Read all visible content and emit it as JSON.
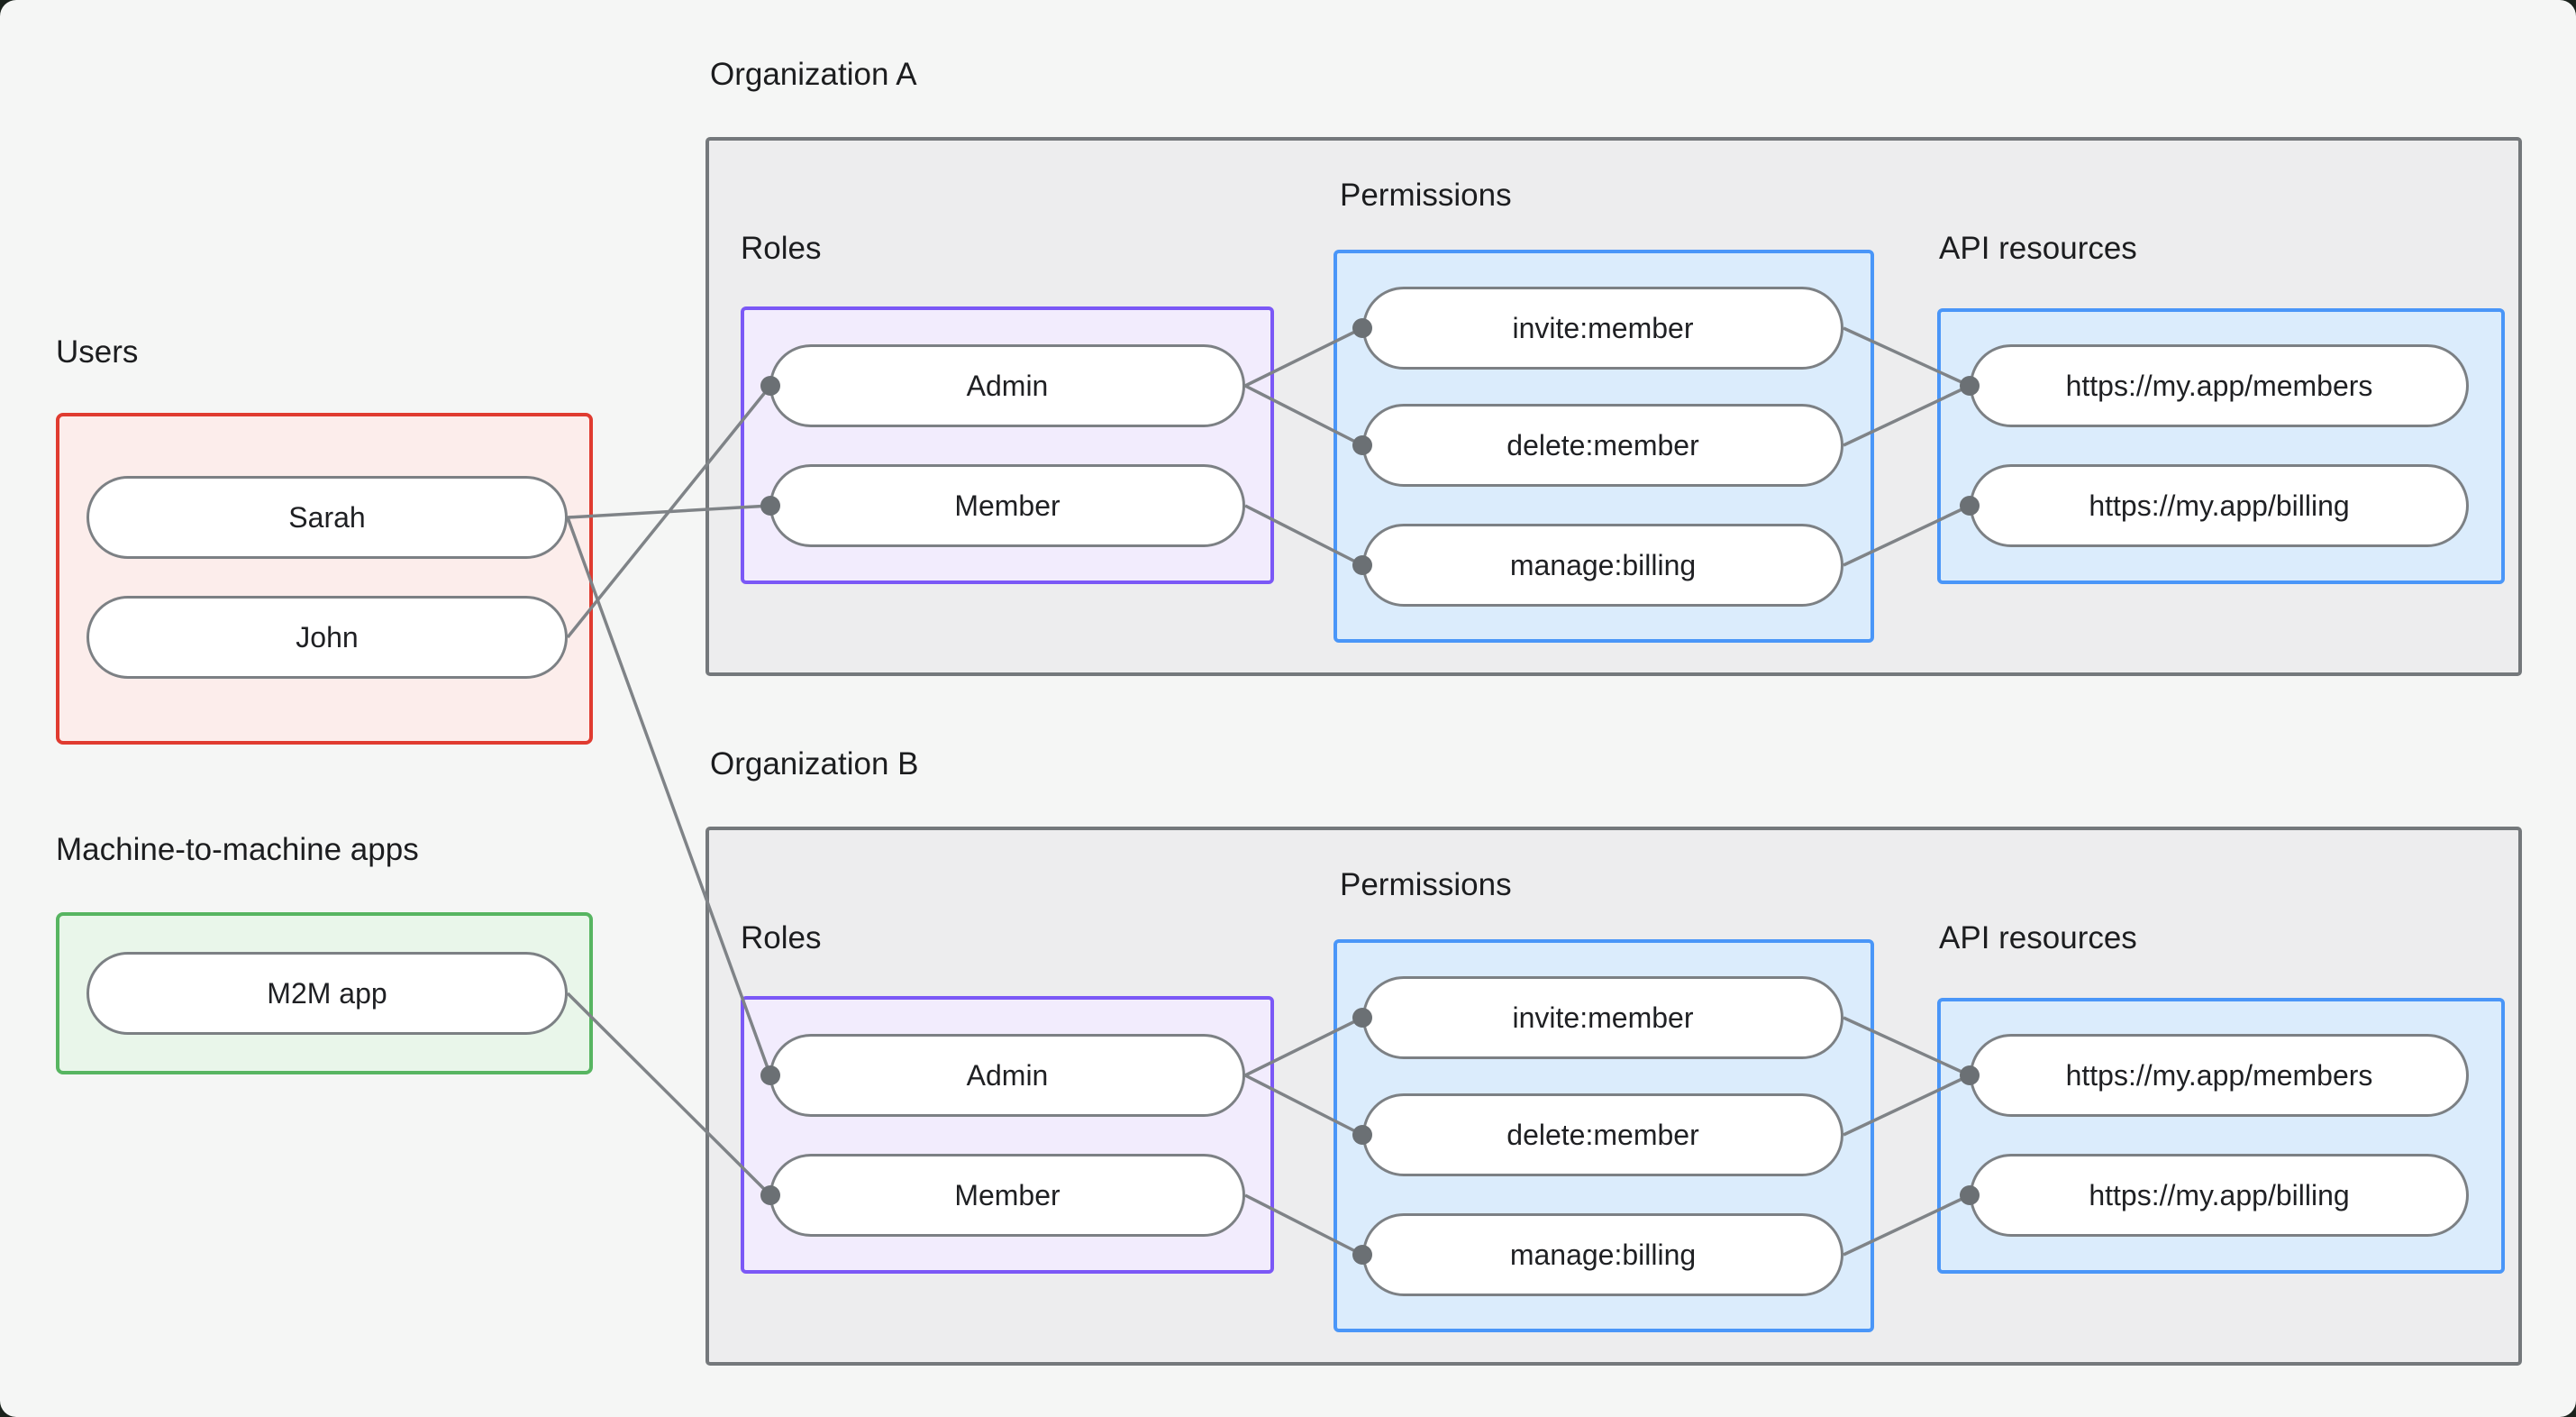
{
  "diagram": {
    "users": {
      "label": "Users",
      "items": [
        "Sarah",
        "John"
      ]
    },
    "m2m": {
      "label": "Machine-to-machine apps",
      "items": [
        "M2M app"
      ]
    },
    "org_a": {
      "title": "Organization A",
      "roles_label": "Roles",
      "roles": [
        "Admin",
        "Member"
      ],
      "permissions_label": "Permissions",
      "permissions": [
        "invite:member",
        "delete:member",
        "manage:billing"
      ],
      "api_label": "API resources",
      "api_resources": [
        "https://my.app/members",
        "https://my.app/billing"
      ]
    },
    "org_b": {
      "title": "Organization B",
      "roles_label": "Roles",
      "roles": [
        "Admin",
        "Member"
      ],
      "permissions_label": "Permissions",
      "permissions": [
        "invite:member",
        "delete:member",
        "manage:billing"
      ],
      "api_label": "API resources",
      "api_resources": [
        "https://my.app/members",
        "https://my.app/billing"
      ]
    },
    "edges": [
      {
        "from": "user-sarah",
        "to": "org-a-role-member"
      },
      {
        "from": "user-john",
        "to": "org-a-role-admin"
      },
      {
        "from": "user-sarah",
        "to": "org-b-role-admin"
      },
      {
        "from": "m2m-app",
        "to": "org-b-role-member"
      },
      {
        "from": "org-a-role-admin",
        "to": "org-a-perm-invite-member"
      },
      {
        "from": "org-a-role-admin",
        "to": "org-a-perm-delete-member"
      },
      {
        "from": "org-a-role-member",
        "to": "org-a-perm-manage-billing"
      },
      {
        "from": "org-a-perm-invite-member",
        "to": "org-a-api-members"
      },
      {
        "from": "org-a-perm-delete-member",
        "to": "org-a-api-members"
      },
      {
        "from": "org-a-perm-manage-billing",
        "to": "org-a-api-billing"
      },
      {
        "from": "org-b-role-admin",
        "to": "org-b-perm-invite-member"
      },
      {
        "from": "org-b-role-admin",
        "to": "org-b-perm-delete-member"
      },
      {
        "from": "org-b-role-member",
        "to": "org-b-perm-manage-billing"
      },
      {
        "from": "org-b-perm-invite-member",
        "to": "org-b-api-members"
      },
      {
        "from": "org-b-perm-delete-member",
        "to": "org-b-api-members"
      },
      {
        "from": "org-b-perm-manage-billing",
        "to": "org-b-api-billing"
      }
    ],
    "colors": {
      "background": "#f5f6f5",
      "users_border": "#e03b30",
      "users_fill": "#fcedeb",
      "m2m_border": "#57b561",
      "m2m_fill": "#e9f6ea",
      "org_border": "#74787b",
      "org_fill": "#ededee",
      "roles_border": "#7b58f6",
      "roles_fill": "#f2ecfd",
      "permissions_border": "#4a96f8",
      "permissions_fill": "#dbecfc",
      "pill_border": "#7c8084",
      "edge_line": "#7f8387",
      "edge_dot": "#6b7074",
      "text": "#1f2023"
    }
  }
}
